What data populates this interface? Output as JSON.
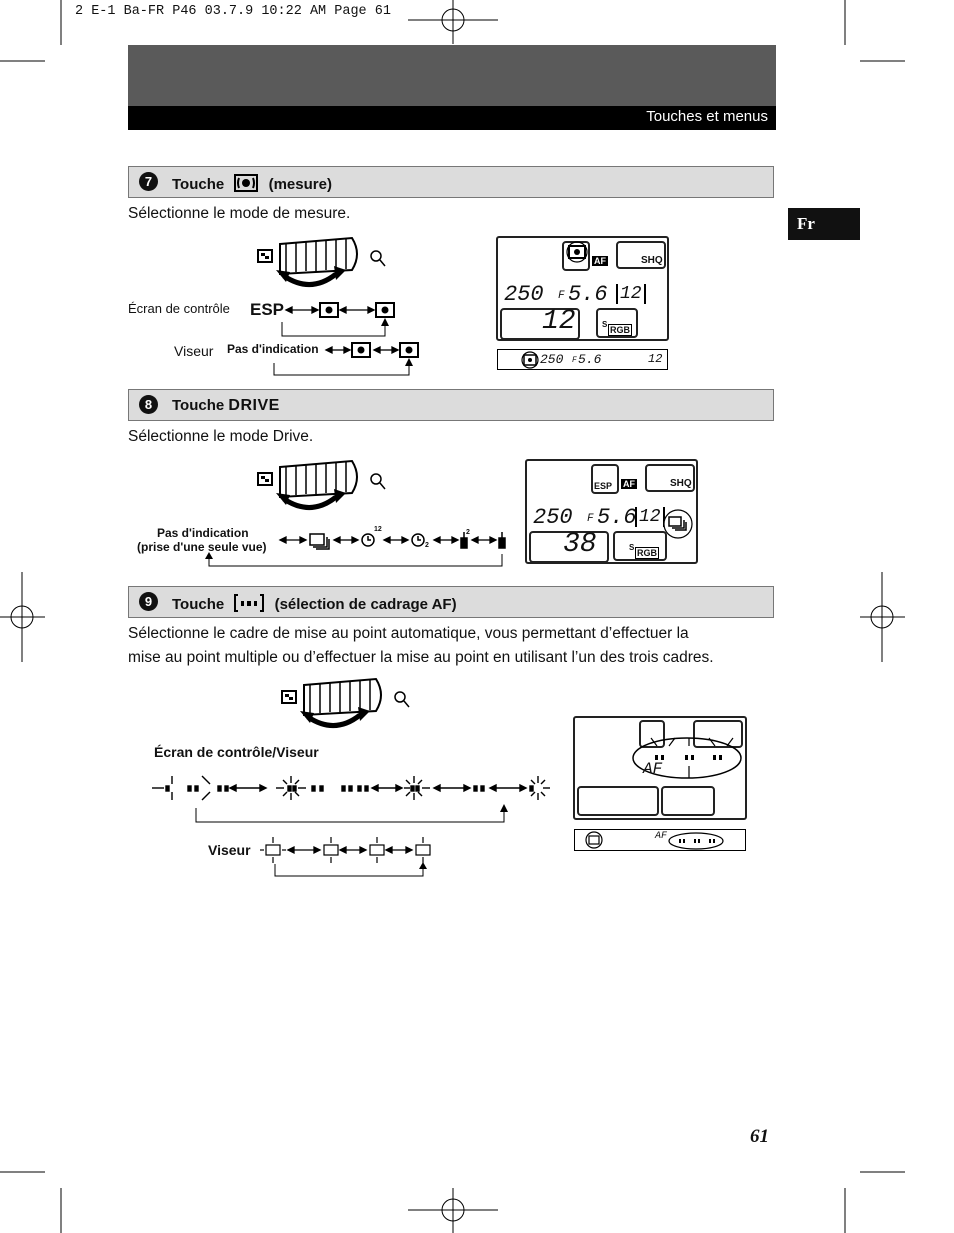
{
  "print_header": "2 E-1 Ba-FR P46  03.7.9 10:22 AM  Page 61",
  "header": {
    "title": "Touches et menus"
  },
  "language_tab": "Fr",
  "sections": [
    {
      "number": "7",
      "label_pre": "Touche",
      "label_post": "(mesure)",
      "description": "Sélectionne le mode de mesure.",
      "ecran_label": "Écran de contrôle",
      "esp_label": "ESP",
      "viseur_label": "Viseur",
      "pas_indication": "Pas d'indication"
    },
    {
      "number": "8",
      "label_pre": "Touche",
      "label_post": "DRIVE",
      "description": "Sélectionne le mode Drive.",
      "pas_indication_line1": "Pas d'indication",
      "pas_indication_line2": "(prise d'une seule vue)"
    },
    {
      "number": "9",
      "label_pre": "Touche",
      "label_post": "(sélection de cadrage AF)",
      "description_line1": "Sélectionne le cadre de mise au point automatique, vous permettant d’effectuer la",
      "description_line2": "mise au point multiple ou d’effectuer la mise au point en utilisant l’un des trois cadres.",
      "ecran_viseur_label": "Écran de contrôle/Viseur",
      "viseur_label": "Viseur"
    }
  ],
  "lcd": {
    "shq": "SHQ",
    "af": "AF",
    "esp": "ESP",
    "rgb": "RGB",
    "s": "S",
    "shutter": "250",
    "f_prefix": "F",
    "aperture": "5.6",
    "count_small": "12",
    "count_large_1": "12",
    "count_large_2": "38",
    "af_label": "AF"
  },
  "drive_marks": {
    "sup12": "12",
    "sub2": "2",
    "sup2": "2"
  },
  "page_number": "61"
}
